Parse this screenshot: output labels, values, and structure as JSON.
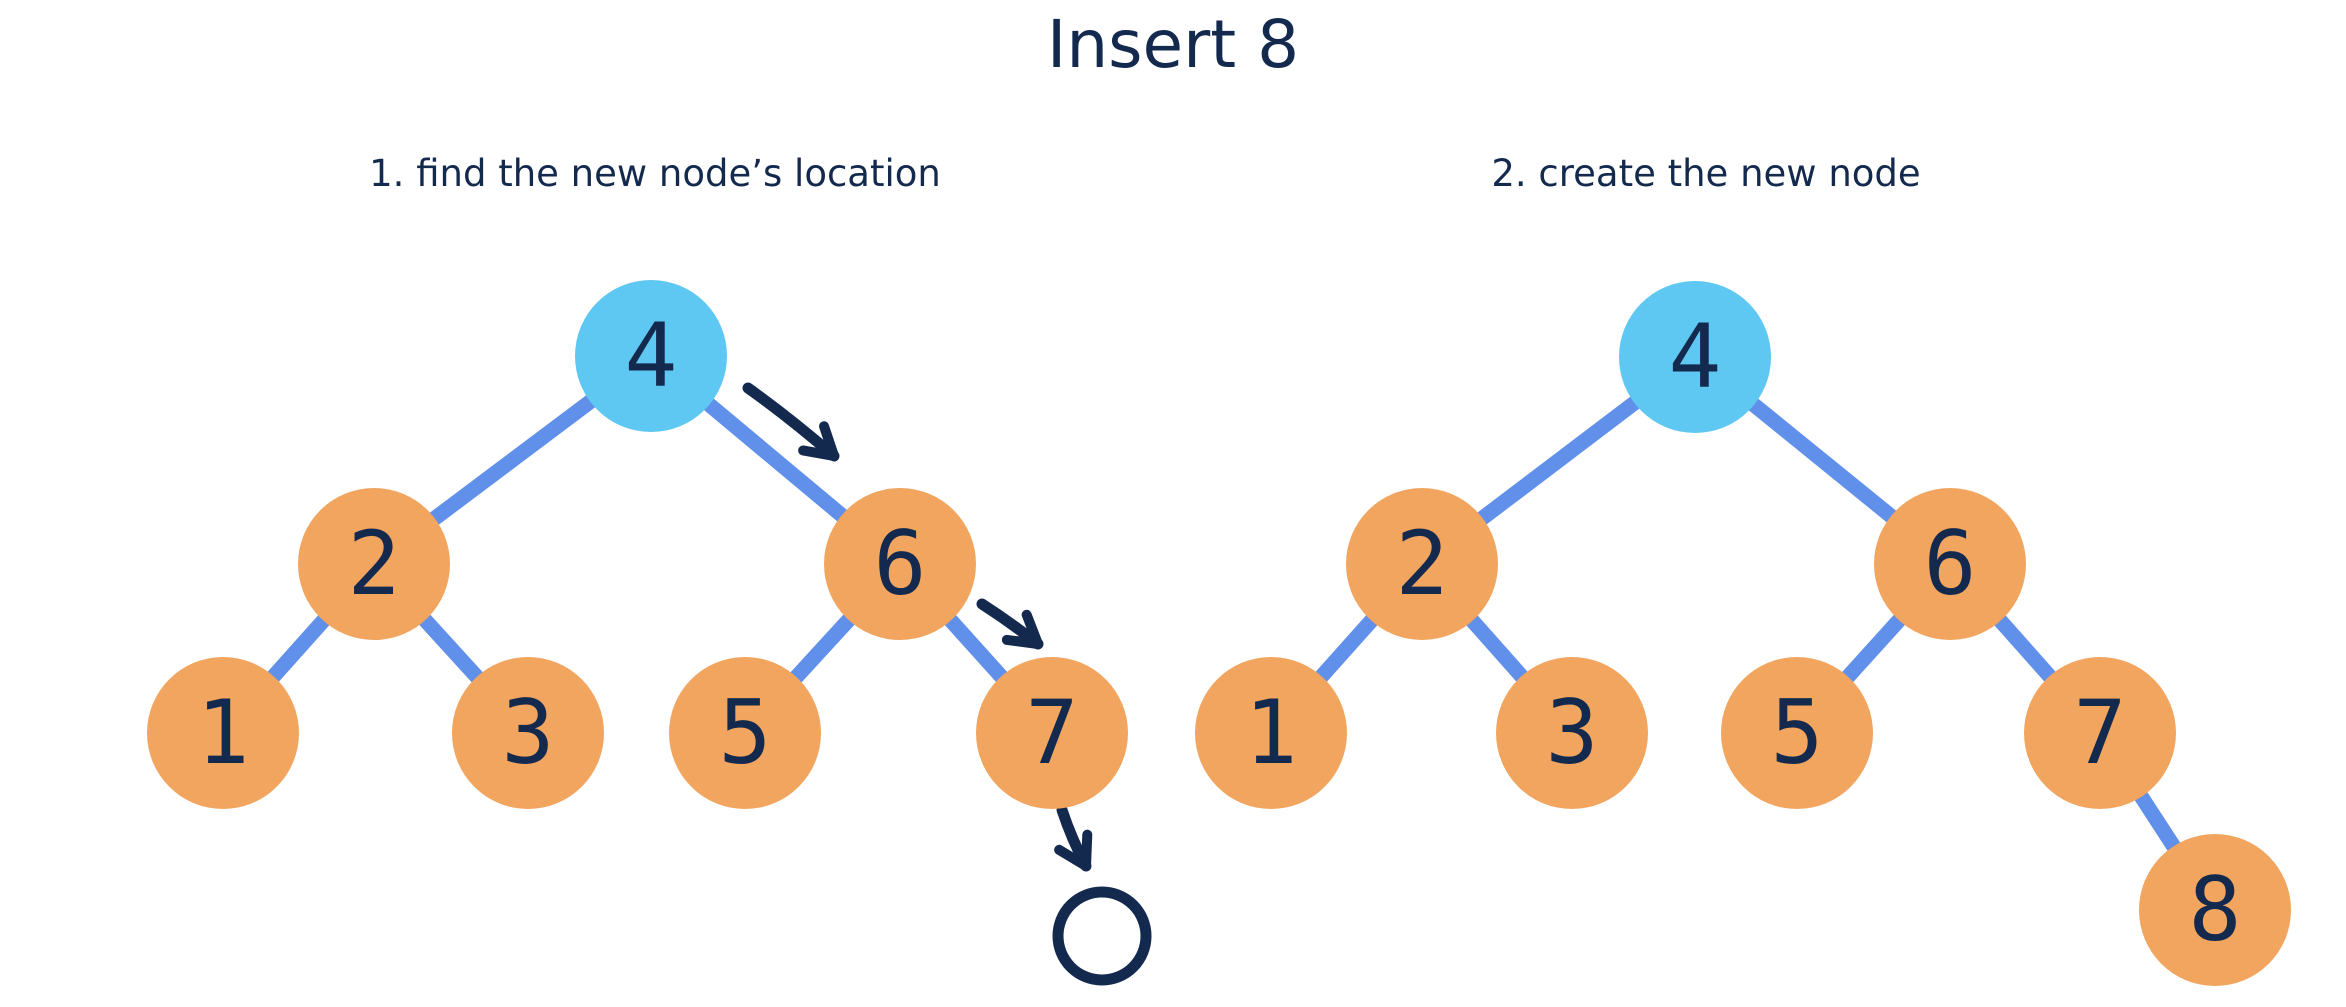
{
  "title": "Insert 8",
  "colors": {
    "navy": "#14294e",
    "orange": "#f1a55f",
    "sky": "#5ec8f2",
    "edge": "#6190ea",
    "bg": "#ffffff"
  },
  "panels": [
    {
      "caption": "1. find the new node’s location",
      "nodes": [
        {
          "label": "4",
          "role": "root-highlighted"
        },
        {
          "label": "2",
          "role": "internal"
        },
        {
          "label": "6",
          "role": "internal"
        },
        {
          "label": "1",
          "role": "leaf"
        },
        {
          "label": "3",
          "role": "leaf"
        },
        {
          "label": "5",
          "role": "leaf"
        },
        {
          "label": "7",
          "role": "leaf"
        }
      ],
      "edges": [
        "4-2",
        "4-6",
        "2-1",
        "2-3",
        "6-5",
        "6-7"
      ],
      "annotations": [
        {
          "type": "arrow",
          "name": "arrow-4-to-6"
        },
        {
          "type": "arrow",
          "name": "arrow-6-to-7"
        },
        {
          "type": "arrow",
          "name": "arrow-7-to-empty-slot"
        },
        {
          "type": "empty-slot-circle",
          "name": "new-node-location"
        }
      ]
    },
    {
      "caption": "2. create the new node",
      "nodes": [
        {
          "label": "4",
          "role": "root-highlighted"
        },
        {
          "label": "2",
          "role": "internal"
        },
        {
          "label": "6",
          "role": "internal"
        },
        {
          "label": "1",
          "role": "leaf"
        },
        {
          "label": "3",
          "role": "leaf"
        },
        {
          "label": "5",
          "role": "leaf"
        },
        {
          "label": "7",
          "role": "internal"
        },
        {
          "label": "8",
          "role": "new-node"
        }
      ],
      "edges": [
        "4-2",
        "4-6",
        "2-1",
        "2-3",
        "6-5",
        "6-7",
        "7-8"
      ]
    }
  ]
}
